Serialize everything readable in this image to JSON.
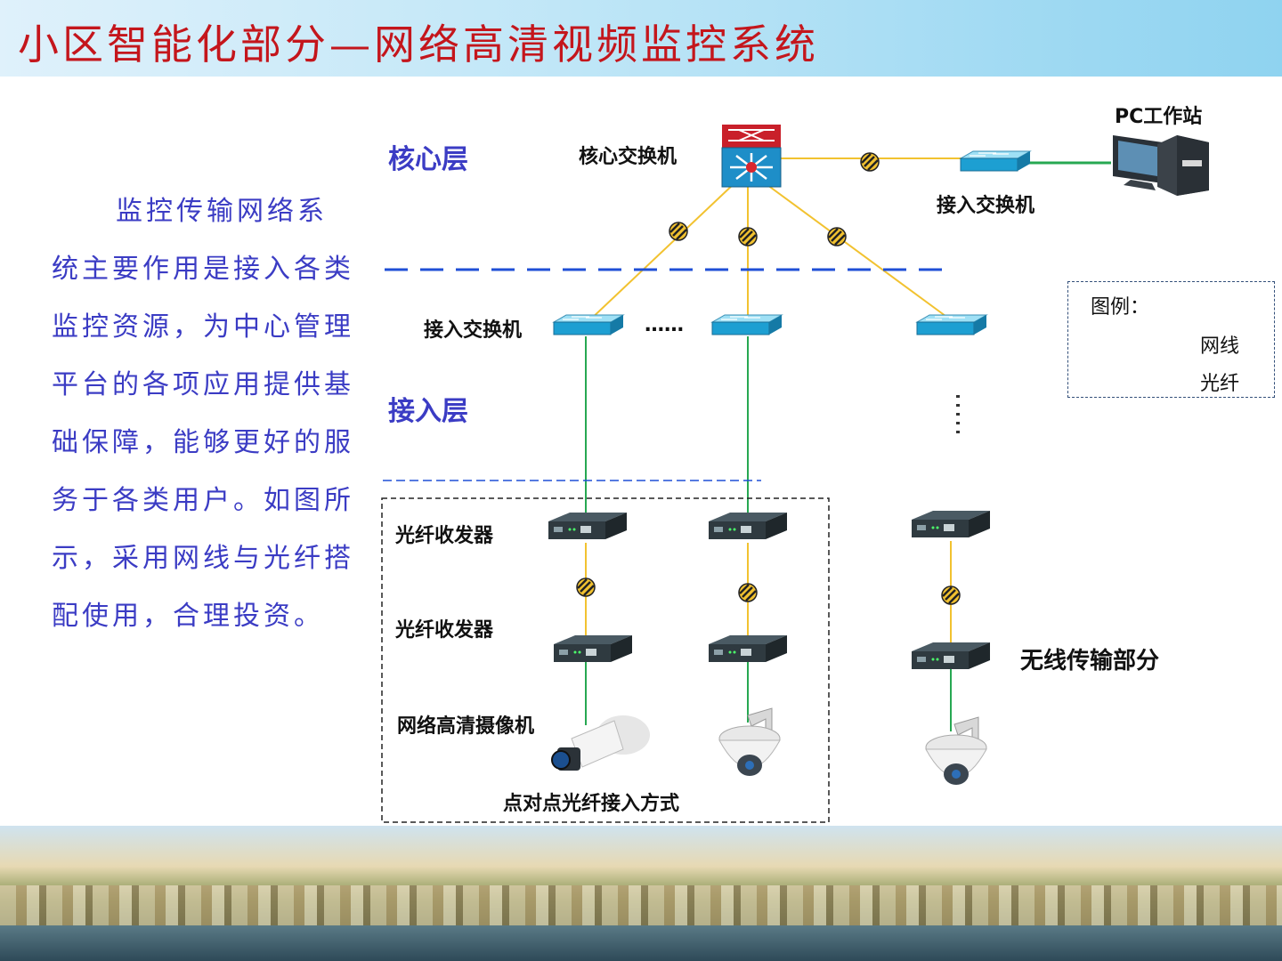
{
  "title": "小区智能化部分—网络高清视频监控系统",
  "description": "监控传输网络系统主要作用是接入各类监控资源，为中心管理平台的各项应用提供基础保障，能够更好的服务于各类用户。如图所示，采用网线与光纤搭配使用，合理投资。",
  "layers": {
    "core": "核心层",
    "access": "接入层"
  },
  "labels": {
    "core_switch": "核心交换机",
    "pc_workstation": "PC工作站",
    "access_switch_top": "接入交换机",
    "access_switch_mid": "接入交换机",
    "ellipsis": "……",
    "transceiver_1": "光纤收发器",
    "transceiver_2": "光纤收发器",
    "camera": "网络高清摄像机",
    "p2p_mode": "点对点光纤接入方式",
    "wireless": "无线传输部分"
  },
  "legend": {
    "title": "图例：",
    "cable": "网线",
    "fiber": "光纤"
  },
  "colors": {
    "title_red": "#c4161c",
    "text_blue": "#3b3cc4",
    "cable_green": "#27a852",
    "fiber_yellow": "#f2c230",
    "dash_blue": "#1f4fd6"
  }
}
